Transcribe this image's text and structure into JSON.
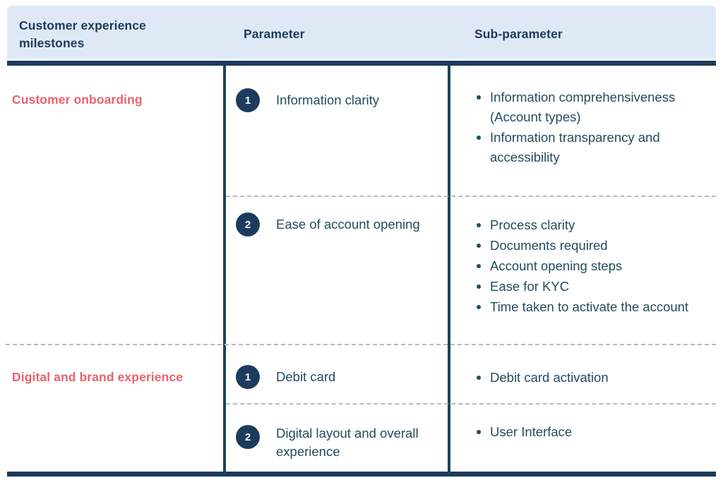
{
  "table": {
    "columns": [
      {
        "id": "milestones",
        "label": "Customer experience milestones"
      },
      {
        "id": "parameter",
        "label": "Parameter"
      },
      {
        "id": "subparameter",
        "label": "Sub-parameter"
      }
    ],
    "header_bg": "#dfe9f6",
    "header_text_color": "#1d3b5c",
    "rule_color": "#1d3b5c",
    "divider_color": "#15475a",
    "dashed_divider_color": "#b9b9b9",
    "milestone_color": "#ea626c",
    "body_text_color": "#234c5e",
    "badge_bg": "#1d3b5c",
    "badge_text_color": "#ffffff",
    "groups": [
      {
        "milestone": "Customer onboarding",
        "rows": [
          {
            "number": "1",
            "parameter": "Information clarity",
            "subparameters": [
              "Information comprehensiveness  (Account types)",
              "Information transparency and accessibility"
            ]
          },
          {
            "number": "2",
            "parameter": "Ease of account opening",
            "subparameters": [
              "Process clarity",
              "Documents required",
              "Account opening steps",
              "Ease for KYC",
              "Time taken to activate the account"
            ]
          }
        ]
      },
      {
        "milestone": "Digital and brand experience",
        "rows": [
          {
            "number": "1",
            "parameter": "Debit card",
            "subparameters": [
              "Debit card activation"
            ]
          },
          {
            "number": "2",
            "parameter": "Digital layout and overall experience",
            "subparameters": [
              "User Interface"
            ]
          }
        ]
      }
    ]
  }
}
